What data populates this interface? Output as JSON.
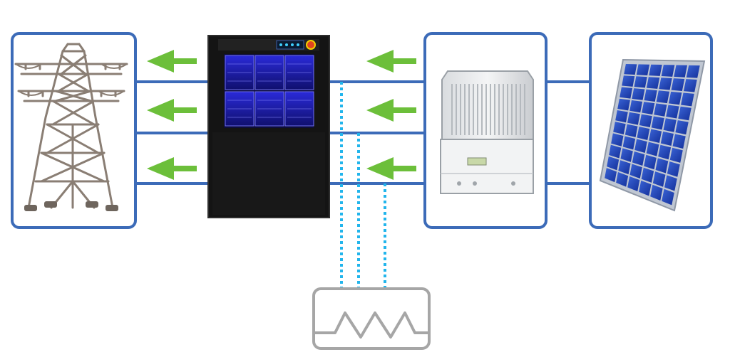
{
  "diagram": {
    "nodes": [
      {
        "id": "grid",
        "icon": "transmission-tower-icon"
      },
      {
        "id": "simulator",
        "icon": "grid-simulator-cabinet-icon"
      },
      {
        "id": "inverter",
        "icon": "pv-inverter-icon"
      },
      {
        "id": "panel",
        "icon": "solar-panel-icon"
      },
      {
        "id": "load",
        "icon": "resistor-load-icon"
      }
    ],
    "power_lines": 3,
    "flow_direction": "right-to-left",
    "colors": {
      "frame": "#3c6bb8",
      "line": "#3c6bb8",
      "arrow": "#6cbf3a",
      "dotted": "#22b5ec",
      "tower": "#8a7e74",
      "cabinet": "#141414",
      "screen": "#1b1bb0",
      "load_box": "#a6a6a6",
      "cell": "#1c3fb0"
    }
  }
}
